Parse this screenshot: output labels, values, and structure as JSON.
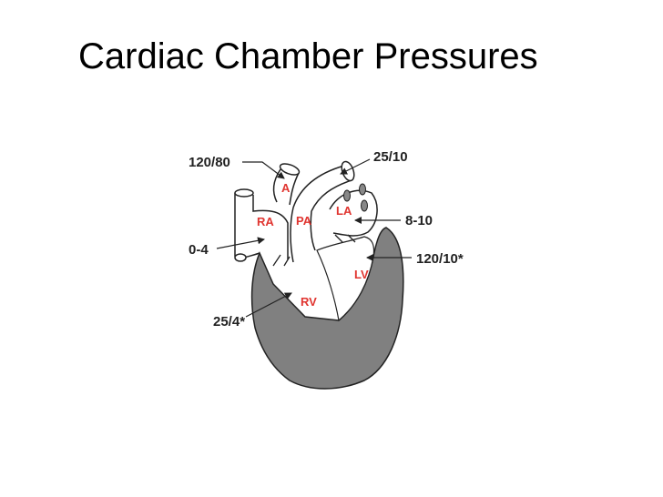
{
  "slide": {
    "title": "Cardiac Chamber Pressures"
  },
  "colors": {
    "chamber_label": "#e03530",
    "muscle": "#808080",
    "outline": "#222222",
    "text": "#222222",
    "background": "#ffffff"
  },
  "chambers": {
    "aorta": "A",
    "pulmonary_artery": "PA",
    "left_atrium": "LA",
    "right_atrium": "RA",
    "right_ventricle": "RV",
    "left_ventricle": "LV"
  },
  "pressures": {
    "aorta": "120/80",
    "pulmonary_artery": "25/10",
    "left_atrium": "8-10",
    "right_atrium": "0-4",
    "left_ventricle": "120/10*",
    "right_ventricle": "25/4*"
  }
}
